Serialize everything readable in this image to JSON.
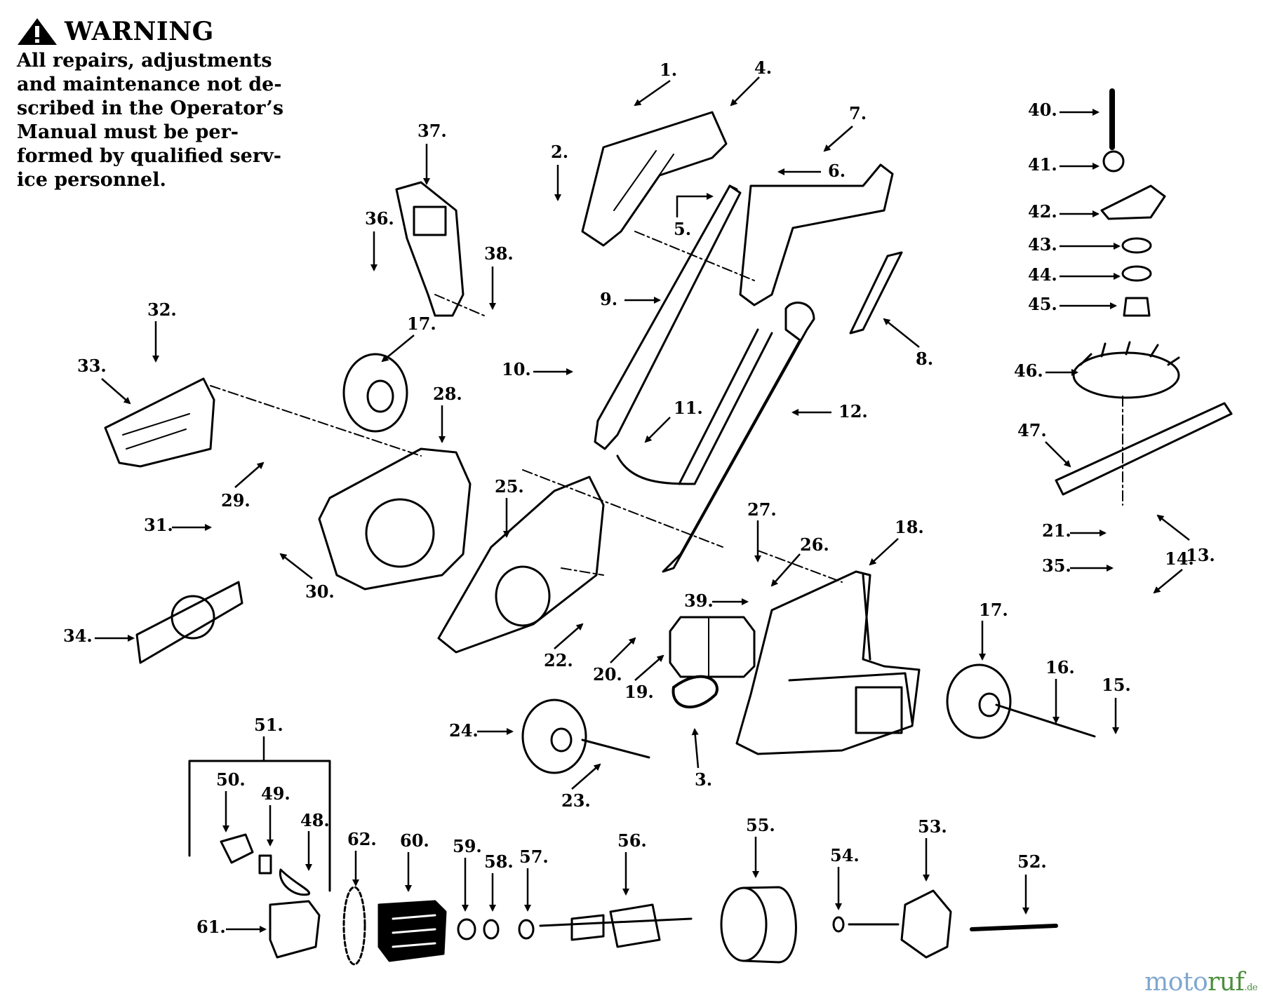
{
  "warning": {
    "title": "WARNING",
    "lines": [
      "All repairs, adjustments",
      "and maintenance not de-",
      "scribed in the Operator’s",
      "Manual must be per-",
      "formed by qualified serv-",
      "ice personnel."
    ]
  },
  "watermark": {
    "part1": "moto",
    "part2": "ruf",
    "suffix": ".de"
  },
  "callouts": [
    "1.",
    "2.",
    "3.",
    "4.",
    "5.",
    "6.",
    "7.",
    "8.",
    "9.",
    "10.",
    "11.",
    "12.",
    "13.",
    "14.",
    "15.",
    "16.",
    "17.",
    "17.",
    "18.",
    "19.",
    "20.",
    "21.",
    "22.",
    "23.",
    "24.",
    "25.",
    "26.",
    "27.",
    "28.",
    "29.",
    "30.",
    "31.",
    "32.",
    "33.",
    "34.",
    "35.",
    "36.",
    "37.",
    "38.",
    "39.",
    "40.",
    "41.",
    "42.",
    "43.",
    "44.",
    "45.",
    "46.",
    "47.",
    "48.",
    "49.",
    "50.",
    "51.",
    "52.",
    "53.",
    "54.",
    "55.",
    "56.",
    "57.",
    "58.",
    "59.",
    "60.",
    "61.",
    "62."
  ],
  "icons": {
    "warning_triangle": "warning-triangle-icon"
  },
  "colors": {
    "ink": "#000000",
    "watermark_blue": "#7fa7cf",
    "watermark_green": "#4c8f3c"
  }
}
